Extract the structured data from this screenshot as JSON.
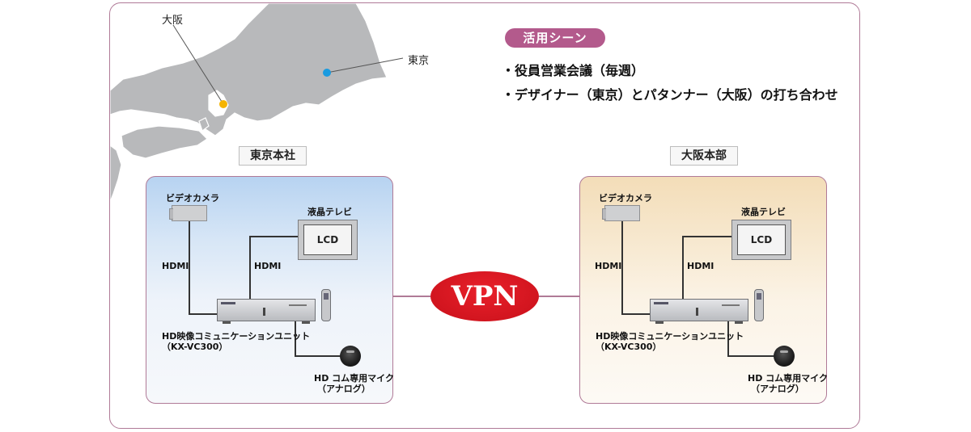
{
  "map": {
    "osaka_label": "大阪",
    "tokyo_label": "東京",
    "osaka_dot_color": "#f5b400",
    "tokyo_dot_color": "#1a9be0",
    "land_color": "#b8b9bb"
  },
  "scenes": {
    "badge": "活用シーン",
    "items": [
      "・役員営業会議（毎週）",
      "・デザイナー（東京）とパタンナー（大阪）の打ち合わせ"
    ]
  },
  "sites": {
    "tokyo": {
      "title": "東京本社",
      "camera_label": "ビデオカメラ",
      "tv_label": "液晶テレビ",
      "tv_screen": "LCD",
      "hdmi1": "HDMI",
      "hdmi2": "HDMI",
      "unit_label": "HD映像コミュニケーションユニット",
      "unit_model": "（KX-VC300）",
      "mic_label": "HD コム専用マイク",
      "mic_sub": "（アナログ）"
    },
    "osaka": {
      "title": "大阪本部",
      "camera_label": "ビデオカメラ",
      "tv_label": "液晶テレビ",
      "tv_screen": "LCD",
      "hdmi1": "HDMI",
      "hdmi2": "HDMI",
      "unit_label": "HD映像コミュニケーションユニット",
      "unit_model": "（KX-VC300）",
      "mic_label": "HD コム専用マイク",
      "mic_sub": "（アナログ）"
    }
  },
  "network": {
    "label": "VPN",
    "color": "#d4141f"
  }
}
